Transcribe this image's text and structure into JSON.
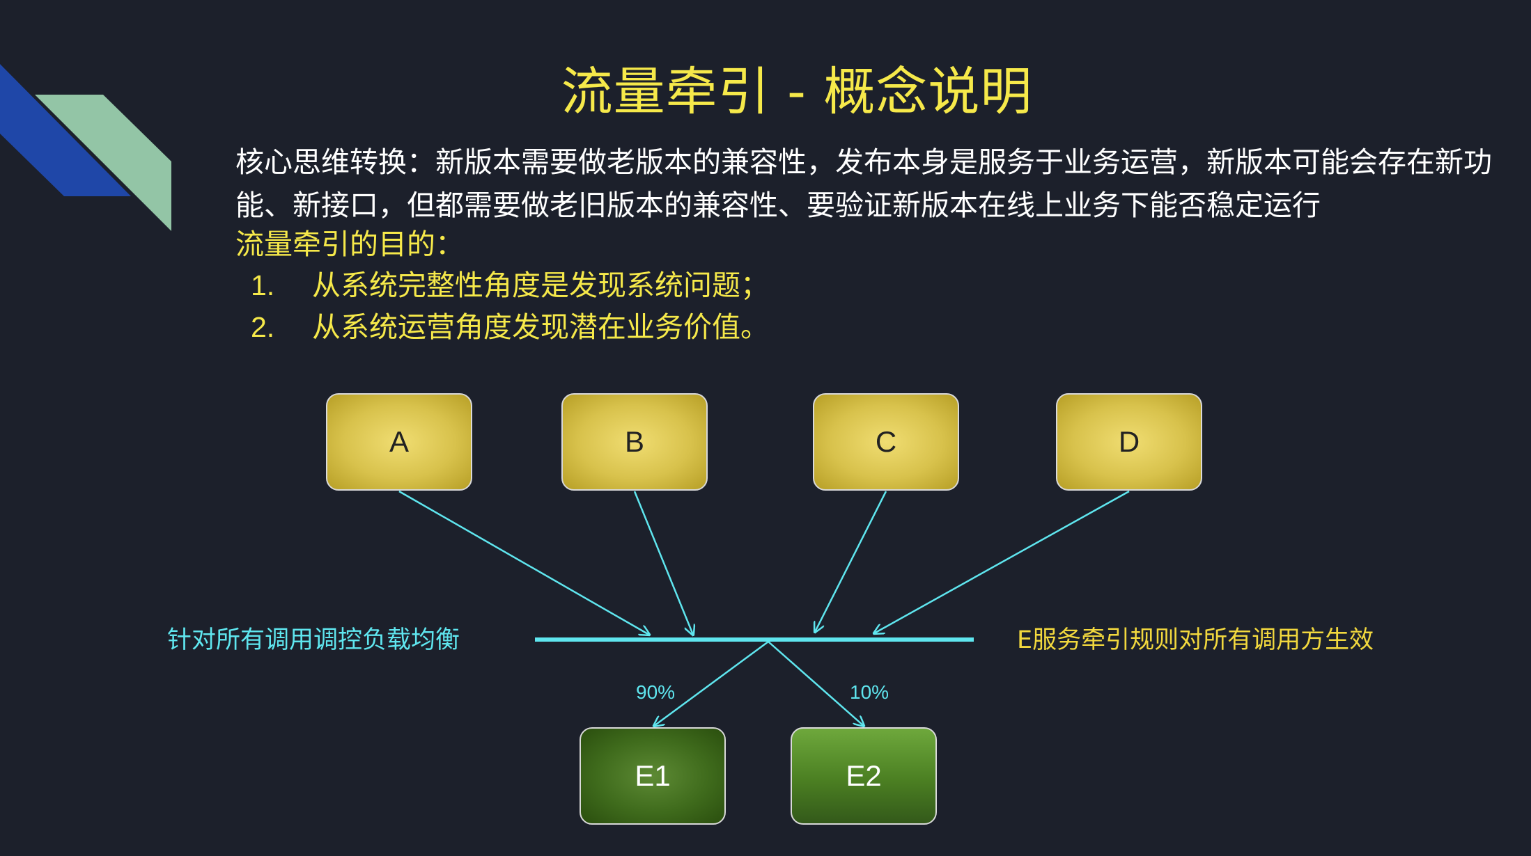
{
  "title": "流量牵引 - 概念说明",
  "intro": "核心思维转换：新版本需要做老版本的兼容性，发布本身是服务于业务运营，新版本可能会存在新功能、新接口，但都需要做老旧版本的兼容性、要验证新版本在线上业务下能否稳定运行",
  "purpose_heading": "流量牵引的目的：",
  "purposes": [
    {
      "num": "1.",
      "text": "从系统完整性角度是发现系统问题；"
    },
    {
      "num": "2.",
      "text": "从系统运营角度发现潜在业务价值。"
    }
  ],
  "diagram": {
    "sources": [
      "A",
      "B",
      "C",
      "D"
    ],
    "left_label": "针对所有调用调控负载均衡",
    "right_label": "E服务牵引规则对所有调用方生效",
    "targets": [
      {
        "label": "E1",
        "percent": "90%"
      },
      {
        "label": "E2",
        "percent": "10%"
      }
    ]
  },
  "colors": {
    "background": "#1c202b",
    "title": "#f6e94a",
    "accent_cyan": "#5fe6ef",
    "deco_blue": "#1f47a8",
    "deco_green": "#93c5a6"
  }
}
